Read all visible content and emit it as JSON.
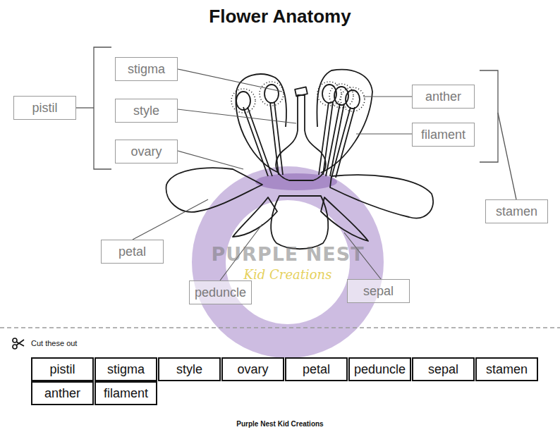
{
  "diagram": {
    "title": "Flower Anatomy",
    "caption": "Purple Nest Kid Creations",
    "nodes": [
      {
        "text": [
          "pistil"
        ]
      },
      {
        "text": [
          "stigma"
        ]
      },
      {
        "text": [
          "style"
        ]
      },
      {
        "text": [
          "ovary"
        ]
      },
      {
        "text": [
          "anther"
        ]
      },
      {
        "text": [
          "filament"
        ]
      },
      {
        "text": [
          "stamen"
        ]
      },
      {
        "text": [
          "petal"
        ]
      },
      {
        "text": [
          "peduncle"
        ]
      },
      {
        "text": [
          "sepal"
        ]
      },
      {
        "text": [
          "pistil"
        ]
      },
      {
        "text": [
          "stigma"
        ]
      },
      {
        "text": [
          "style"
        ]
      },
      {
        "text": [
          "ovary"
        ]
      },
      {
        "text": [
          "petal"
        ]
      },
      {
        "text": [
          "peduncle"
        ]
      },
      {
        "text": [
          "sepal"
        ]
      },
      {
        "text": [
          "stamen"
        ]
      },
      {
        "text": [
          "anther"
        ]
      },
      {
        "text": [
          "filament"
        ]
      }
    ],
    "labels": [
      "PURPLE NEST",
      "Kid Creations",
      "Cut these out"
    ]
  }
}
